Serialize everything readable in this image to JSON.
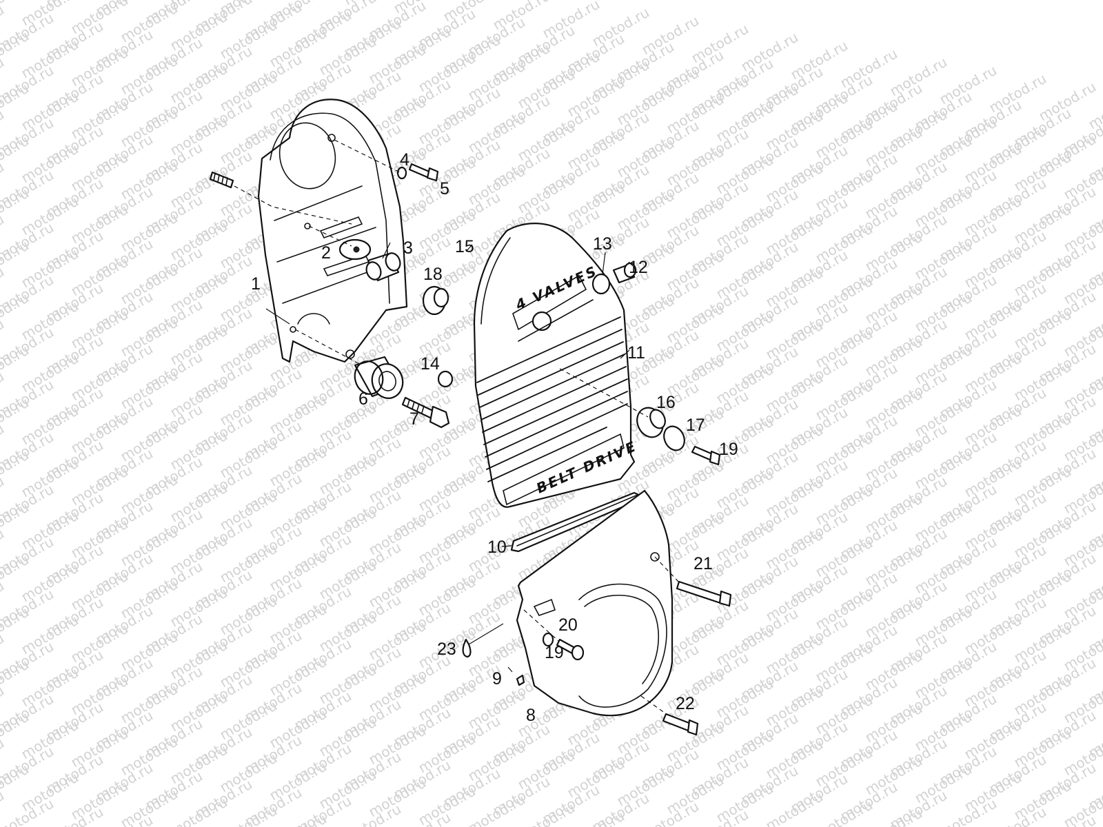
{
  "watermark": "motod.ru",
  "emboss": {
    "top": "4 VALVES",
    "bottom": "BELT DRIVE"
  },
  "labels": {
    "n1": "1",
    "n2": "2",
    "n3": "3",
    "n4": "4",
    "n5": "5",
    "n6": "6",
    "n7": "7",
    "n8": "8",
    "n9": "9",
    "n10": "10",
    "n11": "11",
    "n12": "12",
    "n13": "13",
    "n14": "14",
    "n15": "15",
    "n16": "16",
    "n17": "17",
    "n18": "18",
    "n19a": "19",
    "n19b": "19",
    "n20": "20",
    "n21": "21",
    "n22": "22",
    "n23": "23"
  }
}
